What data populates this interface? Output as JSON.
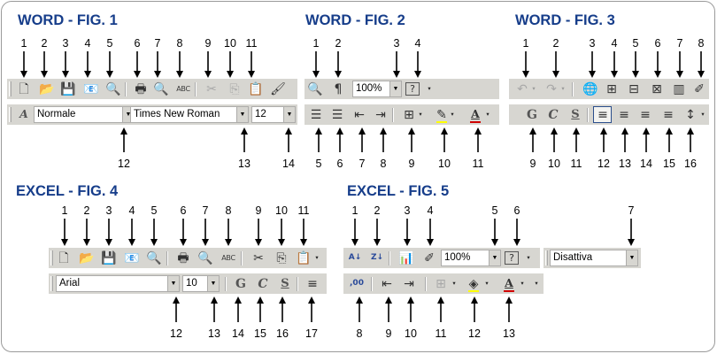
{
  "titles": {
    "fig1": "WORD - FIG. 1",
    "fig2": "WORD - FIG. 2",
    "fig3": "WORD - FIG. 3",
    "fig4": "EXCEL - FIG. 4",
    "fig5": "EXCEL - FIG. 5"
  },
  "fig1": {
    "numbers": [
      "1",
      "2",
      "3",
      "4",
      "5",
      "6",
      "7",
      "8",
      "9",
      "10",
      "11",
      "12",
      "13",
      "14"
    ],
    "style_value": "Normale",
    "font_value": "Times New Roman",
    "size_value": "12",
    "icons": {
      "new": "🗋",
      "open": "📂",
      "save": "💾",
      "email": "📧",
      "search": "🔍",
      "print": "🖶",
      "preview": "🔍",
      "spell": "ABC",
      "cut": "✂",
      "copy": "⎘",
      "paste": "📋",
      "painter": "🖌",
      "styles": "A"
    }
  },
  "fig2": {
    "numbers": [
      "1",
      "2",
      "3",
      "4",
      "5",
      "6",
      "7",
      "8",
      "9",
      "10",
      "11"
    ],
    "zoom_value": "100%",
    "icons": {
      "docmap": "🔍",
      "pilcrow": "¶",
      "help": "?",
      "numlist": "☰",
      "bullets": "☰",
      "outdent": "⇤",
      "indent": "⇥",
      "borders": "⊞",
      "highlight": "✎",
      "fontcolor": "A"
    }
  },
  "fig3": {
    "numbers": [
      "1",
      "2",
      "3",
      "4",
      "5",
      "6",
      "7",
      "8",
      "9",
      "10",
      "11",
      "12",
      "13",
      "14",
      "15",
      "16"
    ],
    "icons": {
      "undo": "↶",
      "redo": "↷",
      "hyperlink": "🌐",
      "tables": "⊞",
      "insert-table": "⊟",
      "excel": "⊠",
      "columns": "▥",
      "drawing": "✐",
      "bold": "G",
      "italic": "C",
      "underline": "S",
      "align-left": "≡",
      "center": "≡",
      "align-right": "≡",
      "justify": "≡",
      "line-spacing": "↕"
    }
  },
  "fig4": {
    "numbers": [
      "1",
      "2",
      "3",
      "4",
      "5",
      "6",
      "7",
      "8",
      "9",
      "10",
      "11",
      "12",
      "13",
      "14",
      "15",
      "16",
      "17"
    ],
    "font_value": "Arial",
    "size_value": "10",
    "icons": {
      "new": "🗋",
      "open": "📂",
      "save": "💾",
      "email": "📧",
      "search": "🔍",
      "print": "🖶",
      "preview": "🔍",
      "spell": "ABC",
      "cut": "✂",
      "copy": "⎘",
      "paste": "📋",
      "bold": "G",
      "italic": "C",
      "underline": "S",
      "align-left": "≡"
    }
  },
  "fig5": {
    "numbers": [
      "1",
      "2",
      "3",
      "4",
      "5",
      "6",
      "7",
      "8",
      "9",
      "10",
      "11",
      "12",
      "13"
    ],
    "zoom_value": "100%",
    "mode_value": "Disattiva",
    "icons": {
      "sort-asc": "A↓",
      "sort-desc": "Z↓",
      "chart": "📊",
      "drawing": "✐",
      "help": "?",
      "decimal": ",00",
      "outdent": "⇤",
      "indent": "⇥",
      "borders": "⊞",
      "fill": "◈",
      "fontcolor": "A"
    }
  },
  "colors": {
    "title": "#163d8a",
    "toolbar": "#d7d6d1",
    "frame": "#9a9a9a"
  }
}
